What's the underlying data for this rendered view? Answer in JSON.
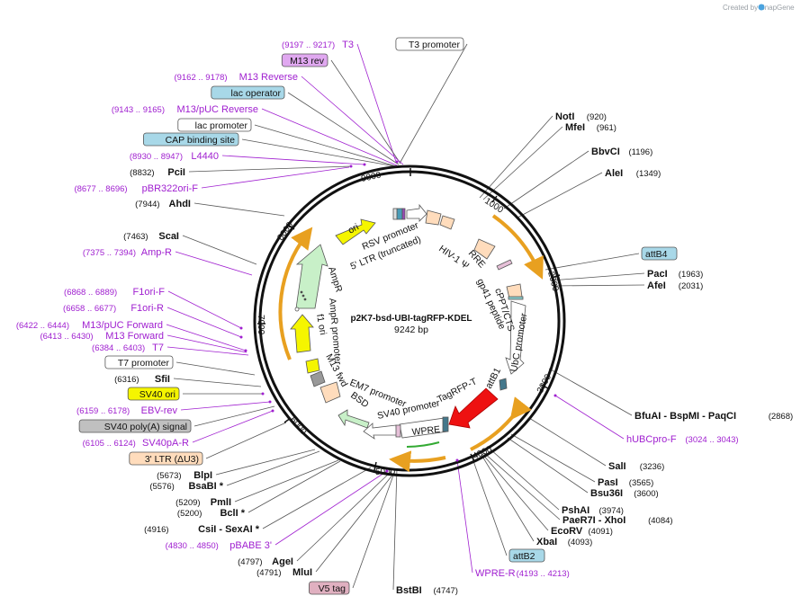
{
  "credit": "Created by SnapGene",
  "plasmid": {
    "name": "p2K7-bsd-UBI-tagRFP-KDEL",
    "size_text": "9242 bp"
  },
  "ticks": [
    "1000",
    "2000",
    "3000",
    "4000",
    "5000",
    "6000",
    "7000",
    "8000",
    "9000"
  ],
  "colors": {
    "primer": "#a020d0",
    "line": "#555555",
    "orange_arrow": "#e8a020",
    "ring": "#111111"
  },
  "features": [
    {
      "label": "ori",
      "color": "#f5f500"
    },
    {
      "label": "RSV promoter",
      "color": "#ffffff"
    },
    {
      "label": "5' LTR (truncated)",
      "color": "#ffdcbc"
    },
    {
      "label": "HIV-1 Ψ",
      "color": "#ffdcbc"
    },
    {
      "label": "RRE",
      "color": "#ffdcbc"
    },
    {
      "label": "gp41 peptide",
      "color": "#ffdcbc"
    },
    {
      "label": "cPPT/CTS",
      "color": "#ffdcbc"
    },
    {
      "label": "UbC promoter",
      "color": "#ffffff"
    },
    {
      "label": "attB1",
      "color": "#44788c"
    },
    {
      "label": "TagRFP-T",
      "color": "#ee1111"
    },
    {
      "label": "WPRE",
      "color": "#ffffff"
    },
    {
      "label": "SV40 promoter",
      "color": "#ffffff"
    },
    {
      "label": "BSD",
      "color": "#c8f0c8"
    },
    {
      "label": "EM7 promoter",
      "color": "#ffffff"
    },
    {
      "label": "M13 fwd",
      "color": "#ffffff"
    },
    {
      "label": "f1 ori",
      "color": "#d8d8d8"
    },
    {
      "label": "AmpR promoter",
      "color": "#ffffff"
    },
    {
      "label": "AmpR",
      "color": "#c8f0c8"
    }
  ],
  "right_labels": [
    {
      "name": "NotI",
      "pos": "(920)"
    },
    {
      "name": "MfeI",
      "pos": "(961)"
    },
    {
      "name": "BbvCI",
      "pos": "(1196)"
    },
    {
      "name": "AleI",
      "pos": "(1349)"
    },
    {
      "box": "attB4"
    },
    {
      "name": "PacI",
      "pos": "(1963)"
    },
    {
      "name": "AfeI",
      "pos": "(2031)"
    },
    {
      "name": "BfuAI - BspMI - PaqCI",
      "pos": "(2868)"
    },
    {
      "primer": "hUBCpro-F",
      "pos": "(3024 .. 3043)"
    },
    {
      "name": "SalI",
      "pos": "(3236)"
    },
    {
      "name": "PasI",
      "pos": "(3565)"
    },
    {
      "name": "Bsu36I",
      "pos": "(3600)"
    },
    {
      "name": "PshAI",
      "pos": "(3974)"
    },
    {
      "name": "PaeR7I - XhoI",
      "pos": "(4084)"
    },
    {
      "name": "EcoRV",
      "pos": "(4091)"
    },
    {
      "name": "XbaI",
      "pos": "(4093)"
    },
    {
      "box": "attB2"
    },
    {
      "primer": "WPRE-R",
      "pos": "(4193 .. 4213)"
    },
    {
      "name": "BstBI",
      "pos": "(4747)"
    }
  ],
  "left_labels": [
    {
      "primer": "T3",
      "pos": "(9197 .. 9217)"
    },
    {
      "box": "T3 promoter"
    },
    {
      "box": "M13 rev"
    },
    {
      "primer": "M13 Reverse",
      "pos": "(9162 .. 9178)"
    },
    {
      "box": "lac operator"
    },
    {
      "primer": "M13/pUC Reverse",
      "pos": "(9143 .. 9165)"
    },
    {
      "box": "lac promoter"
    },
    {
      "box": "CAP binding site"
    },
    {
      "primer": "L4440",
      "pos": "(8930 .. 8947)"
    },
    {
      "name": "PciI",
      "pos": "(8832)"
    },
    {
      "primer": "pBR322ori-F",
      "pos": "(8677 .. 8696)"
    },
    {
      "name": "AhdI",
      "pos": "(7944)"
    },
    {
      "name": "ScaI",
      "pos": "(7463)"
    },
    {
      "primer": "Amp-R",
      "pos": "(7375 .. 7394)"
    },
    {
      "primer": "F1ori-F",
      "pos": "(6868 .. 6889)"
    },
    {
      "primer": "F1ori-R",
      "pos": "(6658 .. 6677)"
    },
    {
      "primer": "M13/pUC Forward",
      "pos": "(6422 .. 6444)"
    },
    {
      "primer": "M13 Forward",
      "pos": "(6413 .. 6430)"
    },
    {
      "primer": "T7",
      "pos": "(6384 .. 6403)"
    },
    {
      "box": "T7 promoter"
    },
    {
      "name": "SfiI",
      "pos": "(6316)"
    },
    {
      "box": "SV40 ori"
    },
    {
      "primer": "EBV-rev",
      "pos": "(6159 .. 6178)"
    },
    {
      "box": "SV40 poly(A) signal"
    },
    {
      "primer": "SV40pA-R",
      "pos": "(6105 .. 6124)"
    },
    {
      "box": "3' LTR (ΔU3)"
    },
    {
      "name": "BlpI",
      "pos": "(5673)"
    },
    {
      "name": "BsaBI *",
      "pos": "(5576)"
    },
    {
      "name": "PmlI",
      "pos": "(5209)"
    },
    {
      "name": "BclI *",
      "pos": "(5200)"
    },
    {
      "name": "CsiI - SexAI *",
      "pos": "(4916)"
    },
    {
      "primer": "pBABE 3'",
      "pos": "(4830 .. 4850)"
    },
    {
      "name": "AgeI",
      "pos": "(4797)"
    },
    {
      "name": "MluI",
      "pos": "(4791)"
    },
    {
      "box": "V5 tag"
    }
  ]
}
